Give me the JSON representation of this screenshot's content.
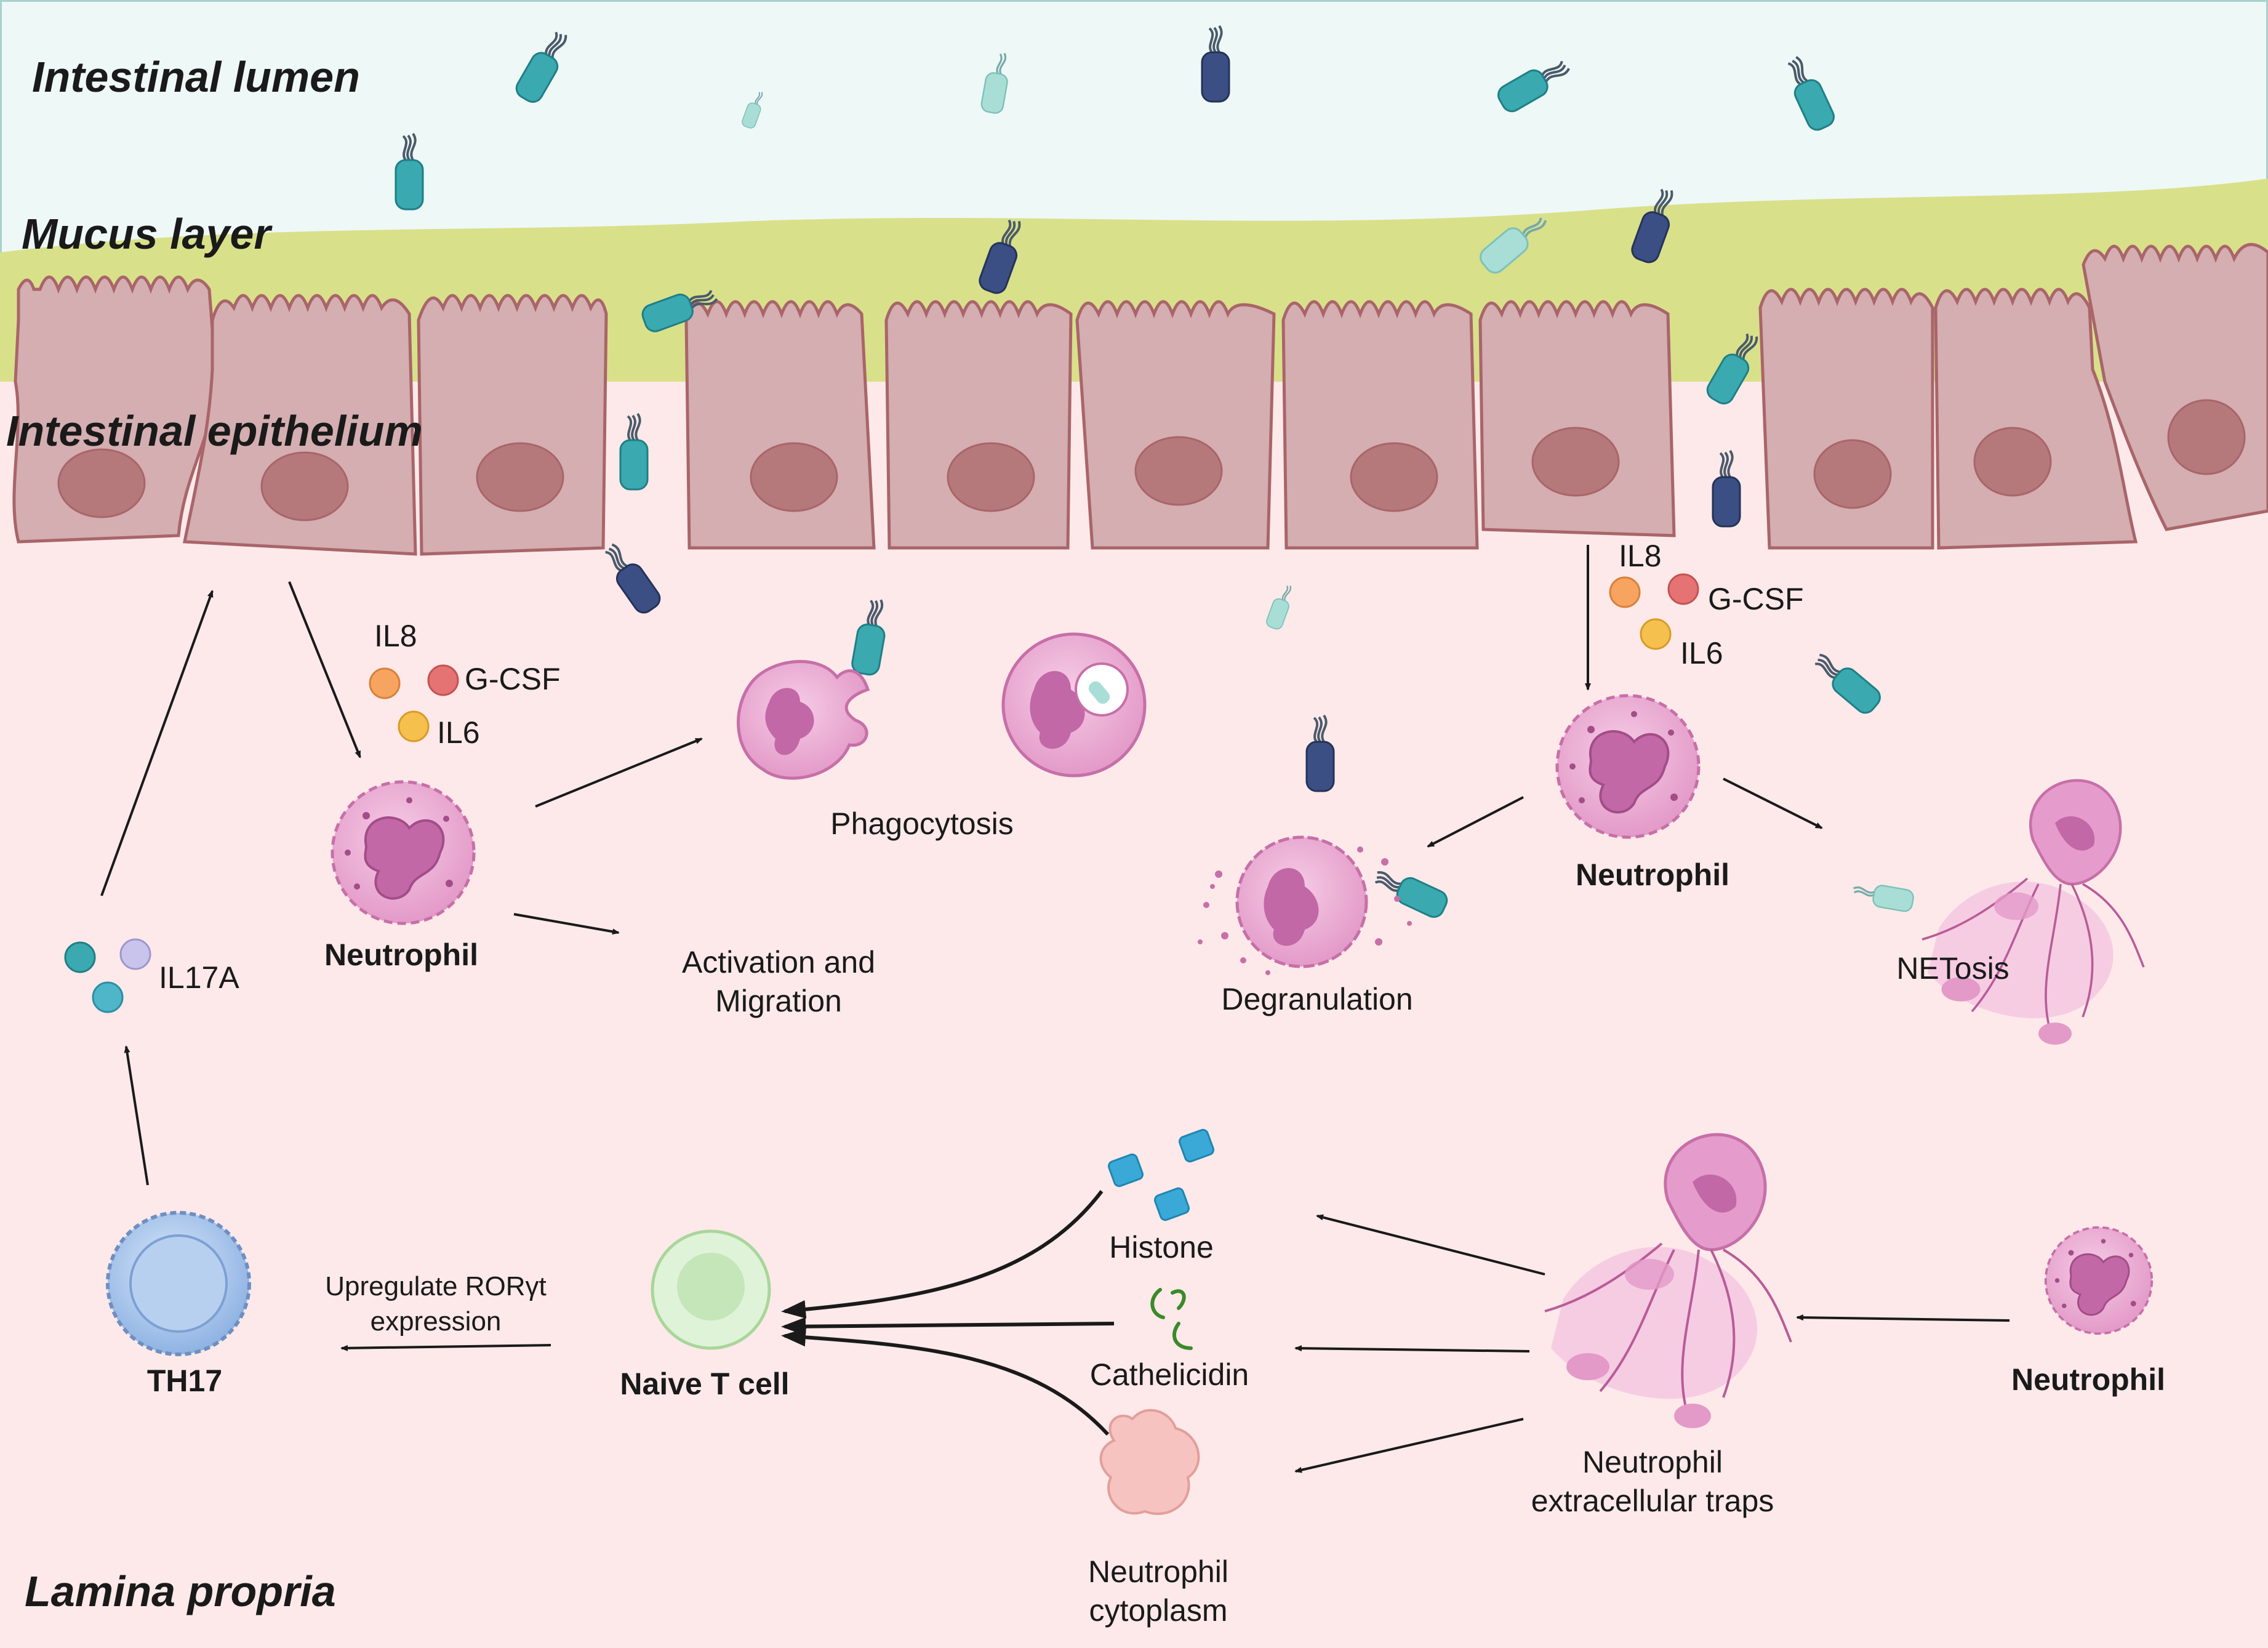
{
  "regions": {
    "lumen": "Intestinal lumen",
    "mucus": "Mucus layer",
    "epithelium": "Intestinal epithelium",
    "lamina": "Lamina propria"
  },
  "left_cytokines": {
    "il8": "IL8",
    "gcsf": "G-CSF",
    "il6": "IL6"
  },
  "right_cytokines": {
    "il8": "IL8",
    "gcsf": "G-CSF",
    "il6": "IL6"
  },
  "neutrophil_left": "Neutrophil",
  "neutrophil_right": "Neutrophil",
  "neutrophil_bottom": "Neutrophil",
  "phagocytosis": "Phagocytosis",
  "activation": {
    "line1": "Activation and",
    "line2": "Migration"
  },
  "il17a": "IL17A",
  "degranulation": "Degranulation",
  "netosis": "NETosis",
  "histone": "Histone",
  "cathelicidin": "Cathelicidin",
  "neutrophil_cytoplasm": {
    "line1": "Neutrophil",
    "line2": "cytoplasm"
  },
  "net_label": {
    "line1": "Neutrophil",
    "line2": "extracellular traps"
  },
  "naive_t_cell": "Naive T cell",
  "th17": "TH17",
  "rorgt": {
    "line1": "Upregulate RORγt",
    "line2": "expression"
  },
  "colors": {
    "lumen_bg": "#eef8f6",
    "mucus": "#d9e08a",
    "epithelial_cell": "#d4aeb0",
    "nucleus": "#b5797b",
    "lamina_bg": "#fde9e9",
    "neutrophil": "#e8a2cf",
    "bacteria_teal": "#3aa9b0",
    "bacteria_navy": "#3b4f84"
  }
}
